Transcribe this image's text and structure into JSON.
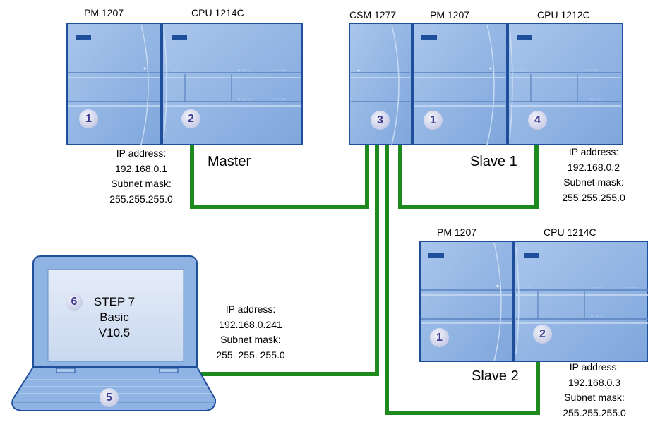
{
  "badges": {
    "pm": "1",
    "cpu_master": "2",
    "csm": "3",
    "cpu_slave1": "4",
    "laptop": "5",
    "software": "6"
  },
  "master": {
    "pm_label": "PM 1207",
    "cpu_label": "CPU 1214C",
    "role": "Master",
    "ip_label": "IP address:",
    "ip": "192.168.0.1",
    "mask_label": "Subnet mask:",
    "mask": "255.255.255.0"
  },
  "slave1": {
    "csm_label": "CSM 1277",
    "pm_label": "PM 1207",
    "cpu_label": "CPU 1212C",
    "role": "Slave 1",
    "ip_label": "IP address:",
    "ip": "192.168.0.2",
    "mask_label": "Subnet mask:",
    "mask": "255.255.255.0"
  },
  "slave2": {
    "pm_label": "PM 1207",
    "cpu_label": "CPU 1214C",
    "role": "Slave 2",
    "ip_label": "IP address:",
    "ip": "192.168.0.3",
    "mask_label": "Subnet mask:",
    "mask": "255.255.255.0"
  },
  "pc": {
    "software_line1": "STEP 7",
    "software_line2": "Basic",
    "software_line3": "V10.5",
    "ip_label": "IP address:",
    "ip": "192.168.0.241",
    "mask_label": "Subnet mask:",
    "mask": "255. 255. 255.0"
  },
  "colors": {
    "cable": "#1e8a1e",
    "module_fill": "#8fb4e3",
    "module_border": "#1f4e9a",
    "laptop_fill": "#8fb4e3"
  }
}
